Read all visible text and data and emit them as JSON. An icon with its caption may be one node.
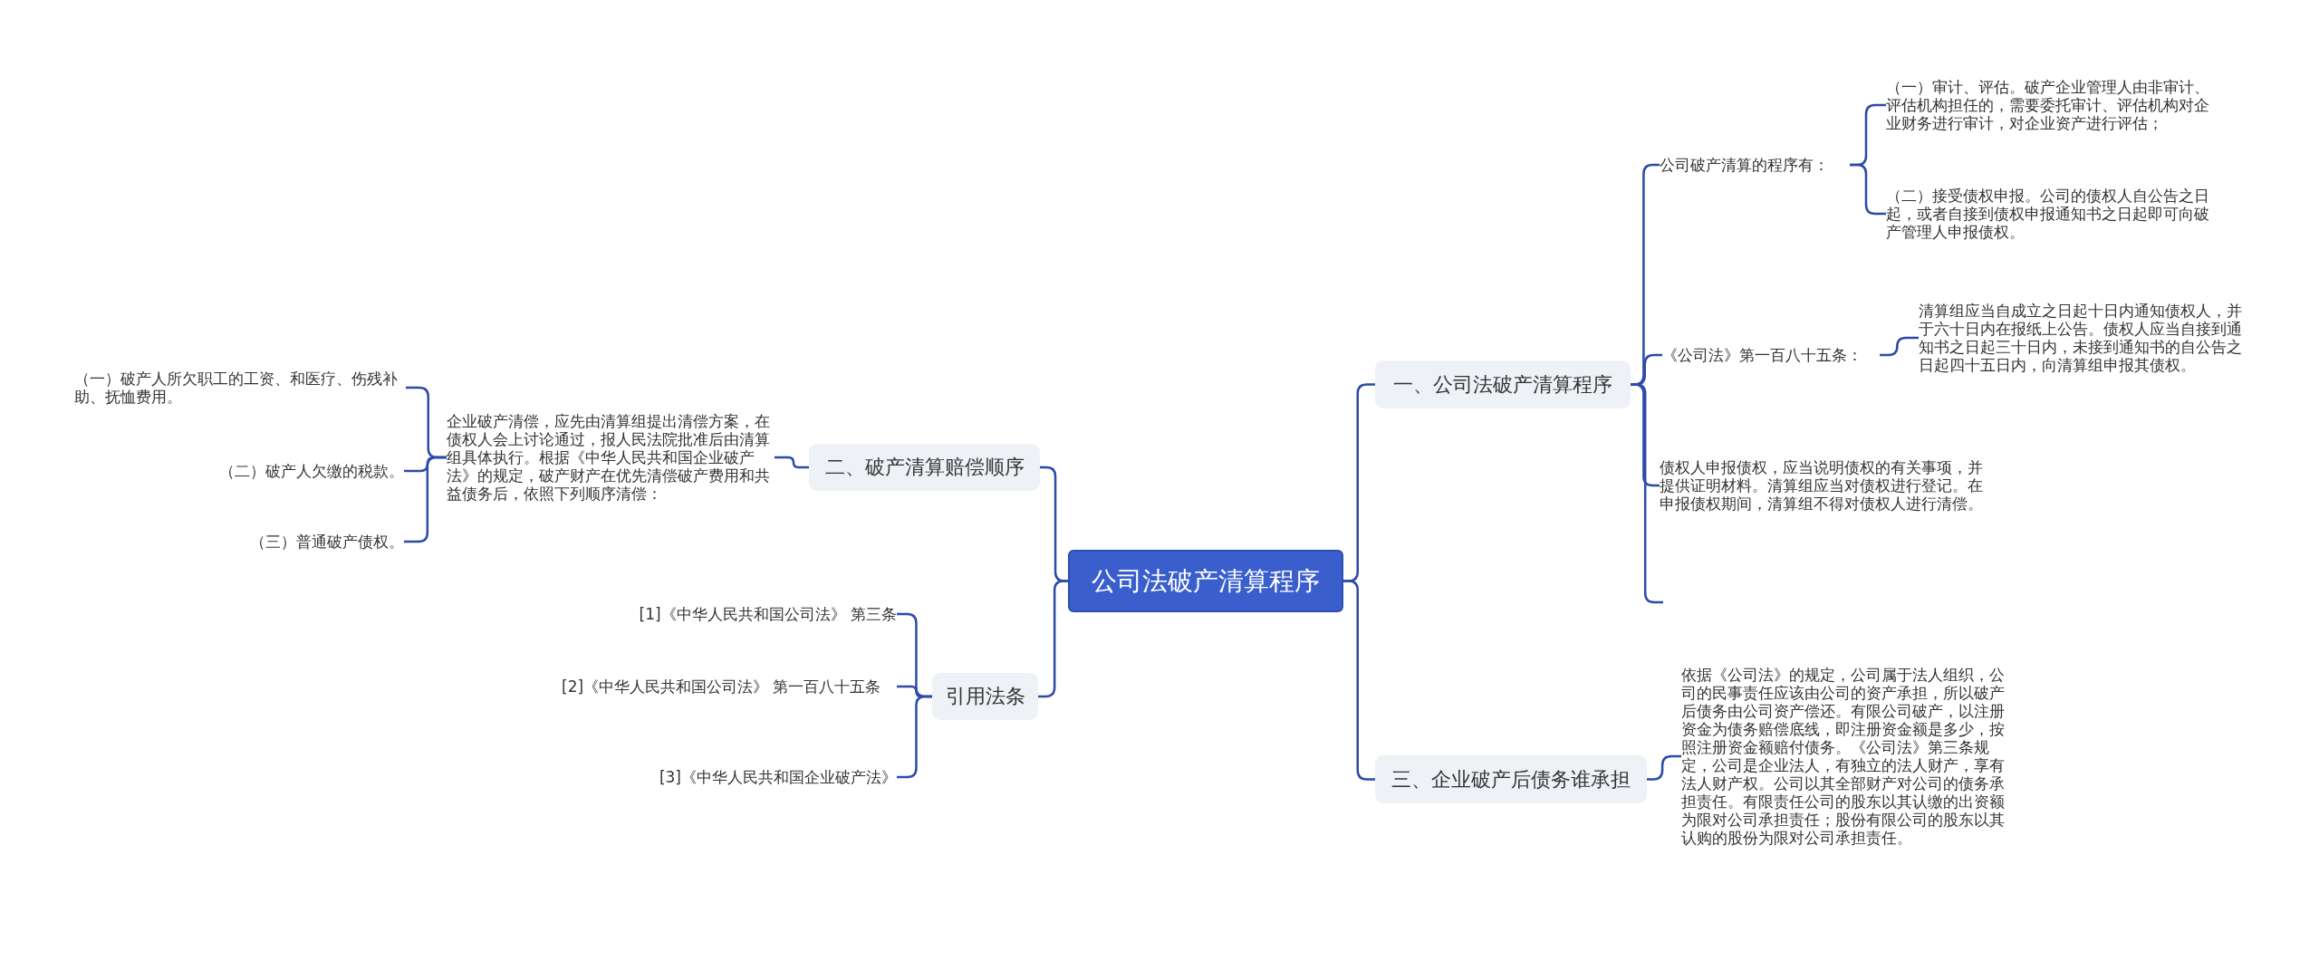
{
  "diagram": {
    "nodes": [
      {
        "text": [
          "公司法破产清算程序"
        ]
      },
      {
        "text": [
          "一、公司法破产清算程序"
        ]
      },
      {
        "text": [
          "公司破产清算的程序有："
        ]
      },
      {
        "text": [
          "（一）审计、评估。破产企业管理人由非审计、评估机构担任的，需要委托审计、评估机构对企业财务进行审计，对企业资产进行评估；"
        ]
      },
      {
        "text": [
          "（二）接受债权申报。公司的债权人自公告之日起，或者自接到债权申报通知书之日起即可向破产管理人申报债权。"
        ]
      },
      {
        "text": [
          "《公司法》第一百八十五条："
        ]
      },
      {
        "text": [
          "清算组应当自成立之日起十日内通知债权人，并于六十日内在报纸上公告。债权人应当自接到通知书之日起三十日内，未接到通知书的自公告之日起四十五日内，向清算组申报其债权。"
        ]
      },
      {
        "text": [
          "债权人申报债权，应当说明债权的有关事项，并提供证明材料。清算组应当对债权进行登记。在申报债权期间，清算组不得对债权人进行清偿。"
        ]
      },
      {
        "text": [
          "三、企业破产后债务谁承担"
        ]
      },
      {
        "text": [
          "依据《公司法》的规定，公司属于法人组织，公司的民事责任应该由公司的资产承担，所以破产后债务由公司资产偿还。有限公司破产，以注册资金为债务赔偿底线，即注册资金额是多少，按照注册资金额赔付债务。《公司法》第三条规定，公司是企业法人，有独立的法人财产，享有法人财产权。公司以其全部财产对公司的债务承担责任。有限责任公司的股东以其认缴的出资额为限对公司承担责任；股份有限公司的股东以其认购的股份为限对公司承担责任。"
        ]
      },
      {
        "text": [
          "二、破产清算赔偿顺序"
        ]
      },
      {
        "text": [
          "企业破产清偿，应先由清算组提出清偿方案，在债权人会上讨论通过，报人民法院批准后由清算组具体执行。根据《中华人民共和国企业破产法》的规定，破产财产在优先清偿破产费用和共益债务后，依照下列顺序清偿："
        ]
      },
      {
        "text": [
          "（一）破产人所欠职工的工资、和医疗、伤残补助、抚恤费用。"
        ]
      },
      {
        "text": [
          "（二）破产人欠缴的税款。"
        ]
      },
      {
        "text": [
          "（三）普通破产债权。"
        ]
      },
      {
        "text": [
          "引用法条"
        ]
      },
      {
        "text": [
          "[1]《中华人民共和国公司法》 第三条"
        ]
      },
      {
        "text": [
          "[2]《中华人民共和国公司法》 第一百八十五条"
        ]
      },
      {
        "text": [
          "[3]《中华人民共和国企业破产法》"
        ]
      }
    ],
    "edges": [
      {
        "from": 0,
        "to": 1,
        "arrow": "none"
      },
      {
        "from": 1,
        "to": 2,
        "arrow": "none"
      },
      {
        "from": 2,
        "to": 3,
        "arrow": "none"
      },
      {
        "from": 2,
        "to": 4,
        "arrow": "none"
      },
      {
        "from": 1,
        "to": 5,
        "arrow": "none"
      },
      {
        "from": 5,
        "to": 6,
        "arrow": "none"
      },
      {
        "from": 1,
        "to": 7,
        "arrow": "none"
      },
      {
        "from": 1,
        "to": null,
        "arrow": "none"
      },
      {
        "from": 0,
        "to": 8,
        "arrow": "none"
      },
      {
        "from": 8,
        "to": 9,
        "arrow": "none"
      },
      {
        "from": 0,
        "to": 10,
        "arrow": "none"
      },
      {
        "from": 10,
        "to": 11,
        "arrow": "none"
      },
      {
        "from": 11,
        "to": 12,
        "arrow": "none"
      },
      {
        "from": 11,
        "to": 13,
        "arrow": "none"
      },
      {
        "from": 11,
        "to": 14,
        "arrow": "none"
      },
      {
        "from": 0,
        "to": 15,
        "arrow": "none"
      },
      {
        "from": 15,
        "to": 16,
        "arrow": "none"
      },
      {
        "from": 15,
        "to": 17,
        "arrow": "none"
      },
      {
        "from": 15,
        "to": 18,
        "arrow": "none"
      }
    ]
  }
}
